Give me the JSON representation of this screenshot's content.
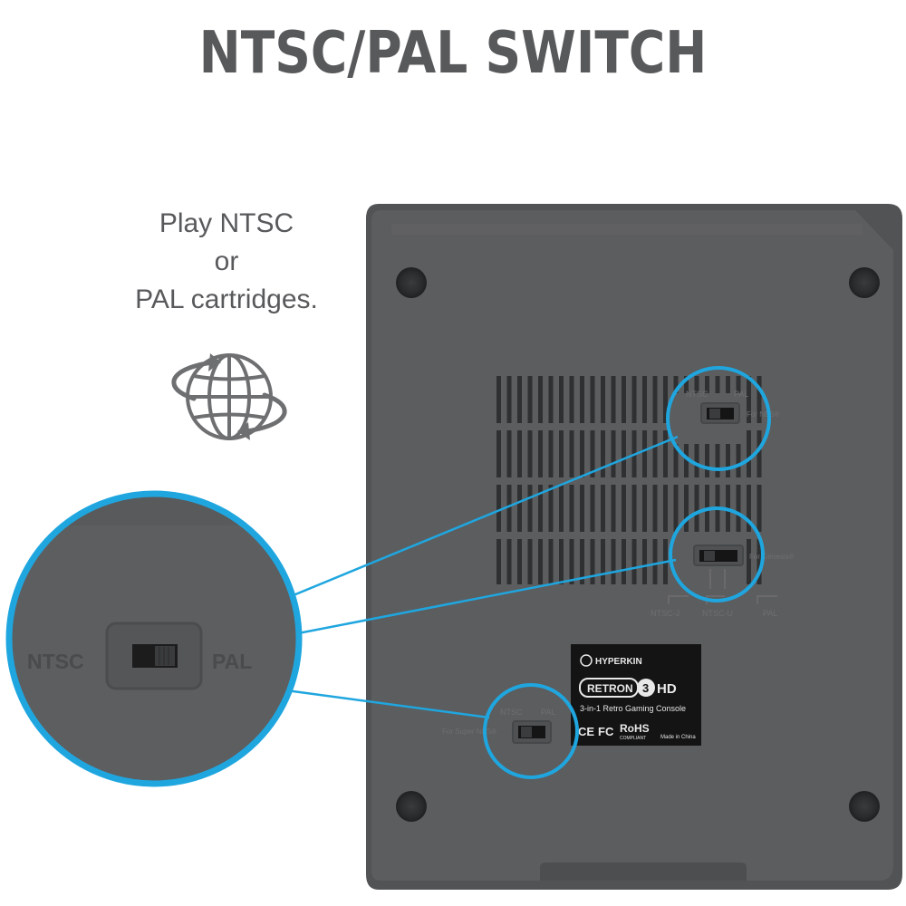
{
  "headline": "NTSC/PAL SWITCH",
  "tagline": [
    "Play NTSC",
    "or",
    "PAL cartridges."
  ],
  "switches": {
    "nes": {
      "left": "NTSC",
      "right": "PAL",
      "system": "For NES®"
    },
    "genesis": {
      "system": "For Genesis®",
      "labels": [
        "NTSC-J",
        "NTSC-U",
        "PAL"
      ]
    },
    "snes": {
      "left": "NTSC",
      "right": "PAL",
      "system": "For Super NES®"
    },
    "zoom": {
      "left": "NTSC",
      "right": "PAL"
    }
  },
  "product_label": {
    "brand": "HYPERKIN",
    "logo_left": "RETRON",
    "logo_number": "3",
    "logo_right": "HD",
    "subtitle": "3-in-1 Retro Gaming Console",
    "certs": [
      "CE",
      "FC",
      "RoHS"
    ],
    "rohs_sub": "COMPLIANT",
    "origin": "Made in China"
  },
  "colors": {
    "accent": "#1fa6df",
    "console_body": "#5c5d5f",
    "headline": "#58595b"
  }
}
